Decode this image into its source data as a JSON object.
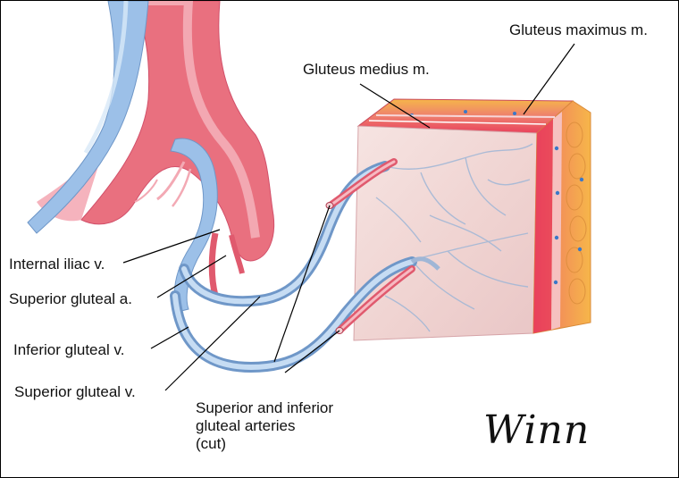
{
  "labels": {
    "gluteus_maximus": "Gluteus maximus m.",
    "gluteus_medius": "Gluteus medius m.",
    "internal_iliac_v": "Internal iliac v.",
    "superior_gluteal_a": "Superior gluteal a.",
    "inferior_gluteal_v": "Inferior gluteal v.",
    "superior_gluteal_v": "Superior gluteal v.",
    "arteries_line1": "Superior and inferior",
    "arteries_line2": "gluteal arteries",
    "arteries_line3": "(cut)"
  },
  "signature": "Winn",
  "colors": {
    "vein": "#9fc1e6",
    "vein_dark": "#6f97c8",
    "artery": "#e05a6e",
    "artery_light": "#f3a9b4",
    "muscle": "#f2d6d6",
    "fat": "#f6b64a",
    "leader": "#000000"
  }
}
